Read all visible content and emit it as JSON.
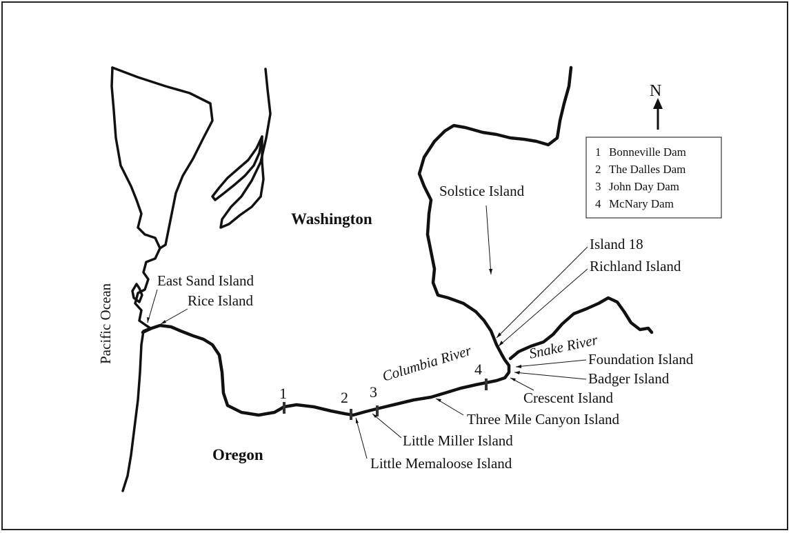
{
  "map": {
    "states": {
      "washington": "Washington",
      "oregon": "Oregon"
    },
    "ocean": "Pacific Ocean",
    "rivers": {
      "columbia": "Columbia River",
      "snake": "Snake River"
    },
    "islands": {
      "east_sand": "East Sand Island",
      "rice": "Rice Island",
      "solstice": "Solstice Island",
      "island18": "Island 18",
      "richland": "Richland Island",
      "foundation": "Foundation Island",
      "badger": "Badger Island",
      "crescent": "Crescent Island",
      "three_mile": "Three Mile Canyon Island",
      "little_miller": "Little Miller Island",
      "little_memaloose": "Little Memaloose Island"
    },
    "dams": [
      {
        "num": "1",
        "name": "Bonneville Dam"
      },
      {
        "num": "2",
        "name": "The Dalles Dam"
      },
      {
        "num": "3",
        "name": "John Day Dam"
      },
      {
        "num": "4",
        "name": "McNary Dam"
      }
    ],
    "north": "N",
    "colors": {
      "ink": "#111111",
      "background": "#ffffff"
    }
  }
}
